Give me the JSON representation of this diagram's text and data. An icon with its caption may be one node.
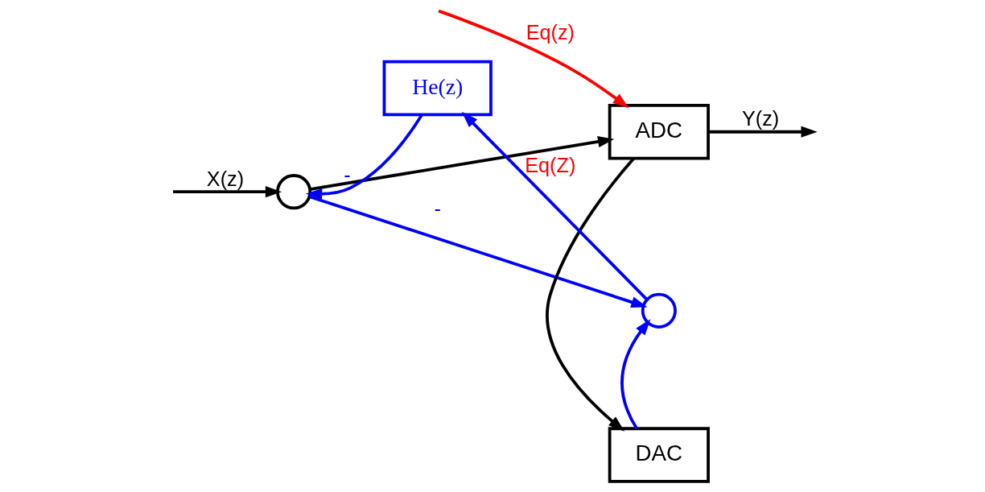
{
  "diagram": {
    "nodes": [
      {
        "text": [],
        "shape": "circle"
      },
      {
        "text": [
          "ADC"
        ]
      },
      {
        "text": [],
        "shape": "circle"
      },
      {
        "text": [
          "He(z)"
        ]
      },
      {
        "text": [
          "DAC"
        ]
      }
    ],
    "edges": [
      {
        "from": null,
        "to": 0,
        "arrow": "to",
        "label": "X(z)"
      },
      {
        "from": 0,
        "to": 1,
        "arrow": "to"
      },
      {
        "from": null,
        "to": 1,
        "arrow": "to",
        "label": "Eq(z)",
        "color": "#ff0000"
      },
      {
        "from": 1,
        "to": null,
        "arrow": "to",
        "label": "Y(z)"
      },
      {
        "from": 1,
        "to": 4,
        "arrow": "to"
      },
      {
        "from": 0,
        "to": 2,
        "arrow": "to",
        "label": "-",
        "color": "#0000ff"
      },
      {
        "from": 4,
        "to": 2,
        "arrow": "to",
        "color": "#0000ff"
      },
      {
        "from": 2,
        "to": 3,
        "arrow": "to",
        "label": "Eq(Z)",
        "color": "#0000ff"
      },
      {
        "from": 3,
        "to": 0,
        "arrow": "to",
        "label": "-",
        "color": "#0000ff"
      }
    ]
  }
}
